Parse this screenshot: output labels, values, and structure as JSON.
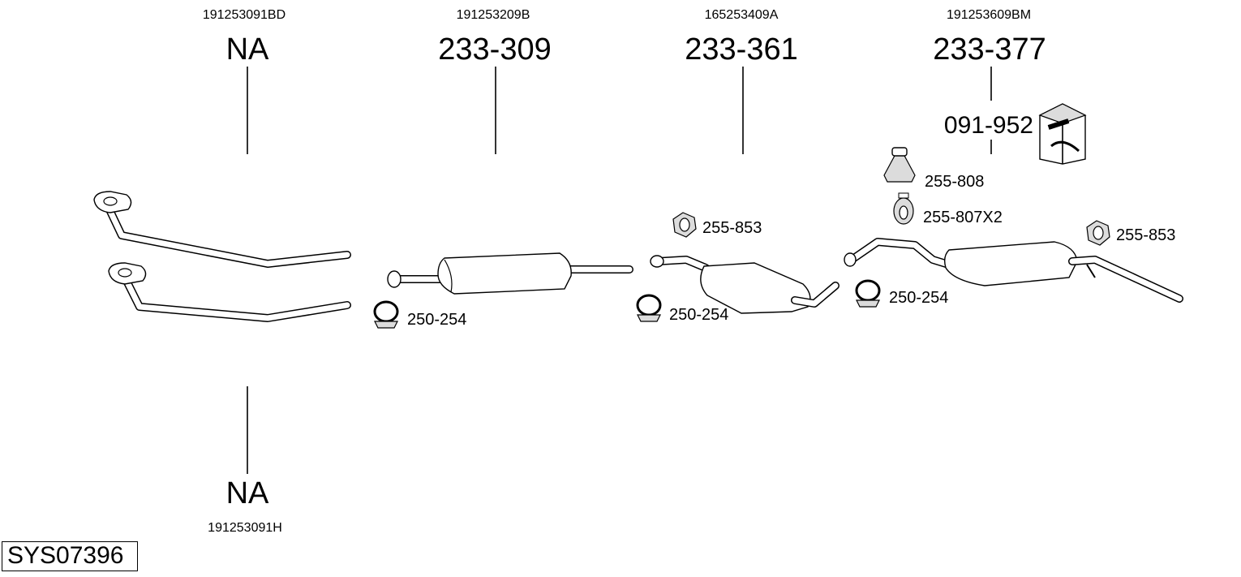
{
  "parts": [
    {
      "oem": "191253091BD",
      "number": "NA"
    },
    {
      "oem": "191253209B",
      "number": "233-309"
    },
    {
      "oem": "165253409A",
      "number": "233-361"
    },
    {
      "oem": "191253609BM",
      "number": "233-377"
    },
    {
      "oem": "191253091H",
      "number": "NA"
    }
  ],
  "mounting_kit": "091-952",
  "accessories": {
    "clamp_1": "250-254",
    "clamp_2": "250-254",
    "clamp_3": "250-254",
    "hanger_1": "255-853",
    "hanger_2": "255-853",
    "rubber_mount": "255-808",
    "rubber_ring": "255-807X2"
  },
  "system_id": "SYS07396",
  "colors": {
    "line": "#000000",
    "background": "#ffffff",
    "shade": "#dcdcdc"
  }
}
